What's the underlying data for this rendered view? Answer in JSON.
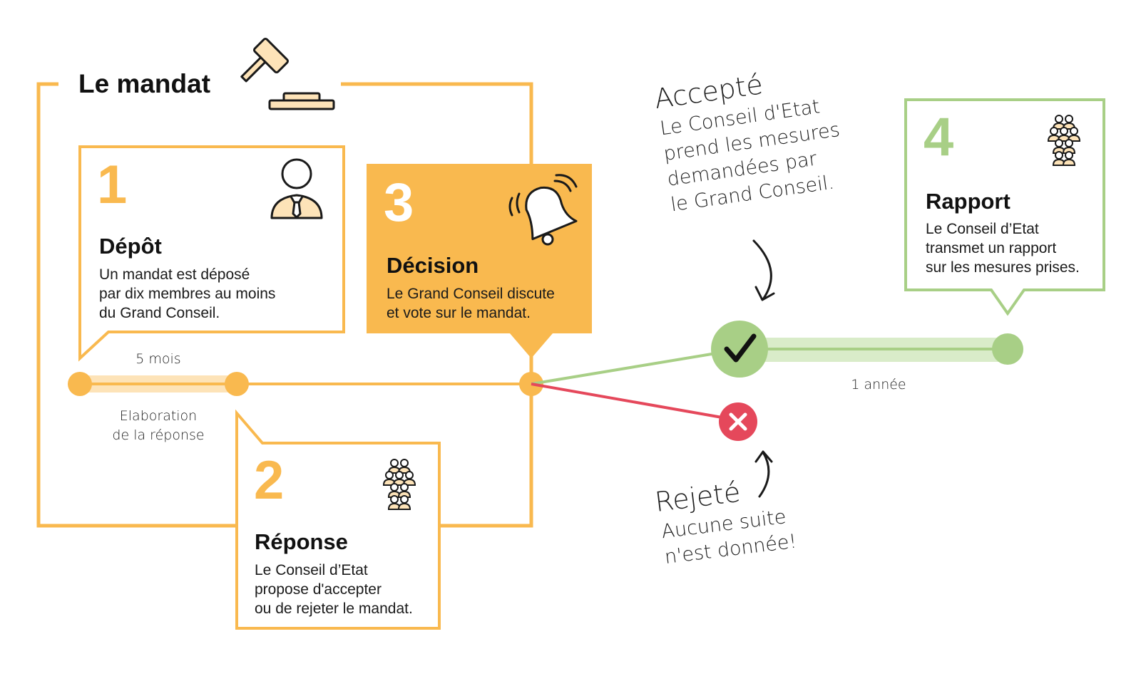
{
  "diagram": {
    "title": "Le mandat",
    "steps": [
      {
        "number": "1",
        "heading": "Dépôt",
        "lines": [
          "Un mandat est déposé",
          "par dix membres au moins",
          "du Grand Conseil."
        ]
      },
      {
        "number": "2",
        "heading": "Réponse",
        "lines": [
          "Le Conseil d’Etat",
          "propose d'accepter",
          "ou de rejeter le mandat."
        ]
      },
      {
        "number": "3",
        "heading": "Décision",
        "lines": [
          "Le Grand Conseil discute",
          "et vote sur le mandat."
        ]
      },
      {
        "number": "4",
        "heading": "Rapport",
        "lines": [
          "Le Conseil d’Etat",
          "transmet un rapport",
          "sur les mesures prises."
        ]
      }
    ],
    "timeline": {
      "duration_label": "5 mois",
      "phase_label": [
        "Elaboration",
        "de la réponse"
      ],
      "report_delay": "1 année"
    },
    "outcomes": {
      "accepted": {
        "title": "Accepté",
        "lines": [
          "Le Conseil d'Etat",
          "prend les mesures",
          "demandées par",
          "le Grand Conseil."
        ]
      },
      "rejected": {
        "title": "Rejeté",
        "lines": [
          "Aucune suite",
          "n'est donnée!"
        ]
      }
    },
    "colors": {
      "orange": "#f9b94f",
      "orange_light": "#fde3b8",
      "green": "#a8cf86",
      "green_light": "#d9ecc9",
      "red": "#e5485b"
    }
  }
}
